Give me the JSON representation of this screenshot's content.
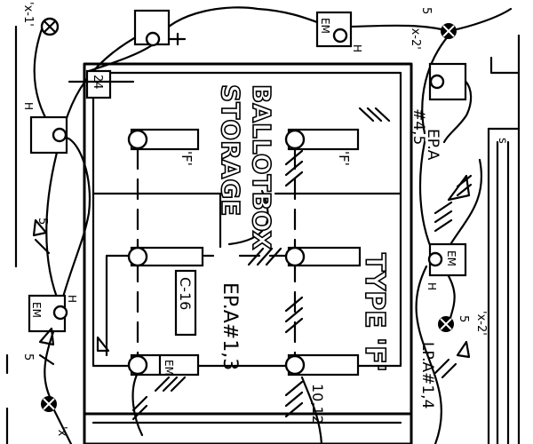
{
  "room": {
    "name_line1": "BALLOTBOX",
    "name_line2": "STORAGE",
    "fixture_type": "TYPE 'F'"
  },
  "panels": {
    "ep_a_13": "EP.A#1,3",
    "ep_a_45_top": "EP.A",
    "ep_a_45_bottom": "#4,5",
    "lp_a_14": "LP.A#1,4",
    "circuit_1012": "10,12"
  },
  "labels": {
    "f": "'F'",
    "c16": "C-16",
    "em": "EM",
    "h": "H",
    "five": "5",
    "x1": "'x-1'",
    "x2": "'x-2'",
    "x": "'x",
    "s": "s",
    "n24": "24"
  }
}
